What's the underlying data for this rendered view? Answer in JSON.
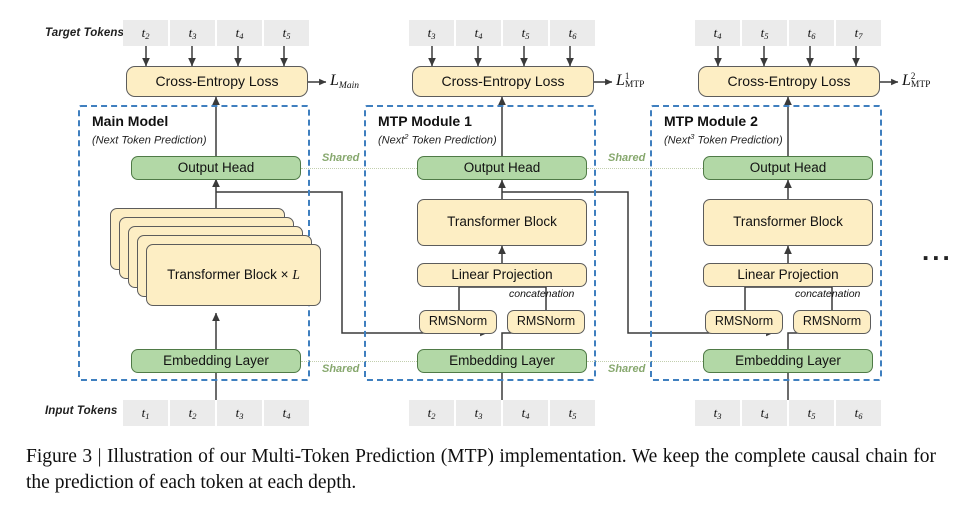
{
  "figure": {
    "caption": "Figure 3 | Illustration of our Multi-Token Prediction (MTP) implementation.  We keep the complete causal chain for the prediction of each token at each depth.",
    "ellipsis": "..."
  },
  "row_labels": {
    "target": "Target Tokens",
    "input": "Input Tokens"
  },
  "target_tokens": {
    "main": [
      "t2",
      "t3",
      "t4",
      "t5"
    ],
    "mtp1": [
      "t3",
      "t4",
      "t5",
      "t6"
    ],
    "mtp2": [
      "t4",
      "t5",
      "t6",
      "t7"
    ]
  },
  "input_tokens": {
    "main": [
      "t1",
      "t2",
      "t3",
      "t4"
    ],
    "mtp1": [
      "t2",
      "t3",
      "t4",
      "t5"
    ],
    "mtp2": [
      "t3",
      "t4",
      "t5",
      "t6"
    ]
  },
  "loss_boxes": {
    "main": "Cross-Entropy Loss",
    "mtp1": "Cross-Entropy Loss",
    "mtp2": "Cross-Entropy Loss"
  },
  "loss_labels": {
    "main": {
      "symbol": "L",
      "sub": "Main",
      "sup": ""
    },
    "mtp1": {
      "symbol": "L",
      "sub": "MTP",
      "sup": "1"
    },
    "mtp2": {
      "symbol": "L",
      "sub": "MTP",
      "sup": "2"
    }
  },
  "modules": {
    "main": {
      "title": "Main Model",
      "subtitle_pre": "(Next",
      "subtitle_sup": "",
      "subtitle_post": " Token Prediction)",
      "output_head": "Output Head",
      "transformer": "Transformer Block × L",
      "embedding": "Embedding Layer"
    },
    "mtp1": {
      "title": "MTP Module 1",
      "subtitle_pre": "(Next",
      "subtitle_sup": "2",
      "subtitle_post": " Token Prediction)",
      "output_head": "Output Head",
      "transformer": "Transformer Block",
      "linear": "Linear Projection",
      "rmsnorm_left": "RMSNorm",
      "rmsnorm_right": "RMSNorm",
      "embedding": "Embedding Layer",
      "concatenation": "concatenation"
    },
    "mtp2": {
      "title": "MTP Module 2",
      "subtitle_pre": "(Next",
      "subtitle_sup": "3",
      "subtitle_post": " Token Prediction)",
      "output_head": "Output Head",
      "transformer": "Transformer Block",
      "linear": "Linear Projection",
      "rmsnorm_left": "RMSNorm",
      "rmsnorm_right": "RMSNorm",
      "embedding": "Embedding Layer",
      "concatenation": "concatenation"
    }
  },
  "shared_labels": {
    "head_1": "Shared",
    "head_2": "Shared",
    "emb_1": "Shared",
    "emb_2": "Shared"
  },
  "colors": {
    "green_fill": "#b2d8a6",
    "green_border": "#4f7a46",
    "yellow_fill": "#fdeec4",
    "yellow_border": "#5c5c5c",
    "frame_dash": "#3f7fbf",
    "token_fill": "#ebebeb",
    "shared_dot": "#c2cfae",
    "shared_text": "#87a86e",
    "wire": "#3a3a3a"
  }
}
